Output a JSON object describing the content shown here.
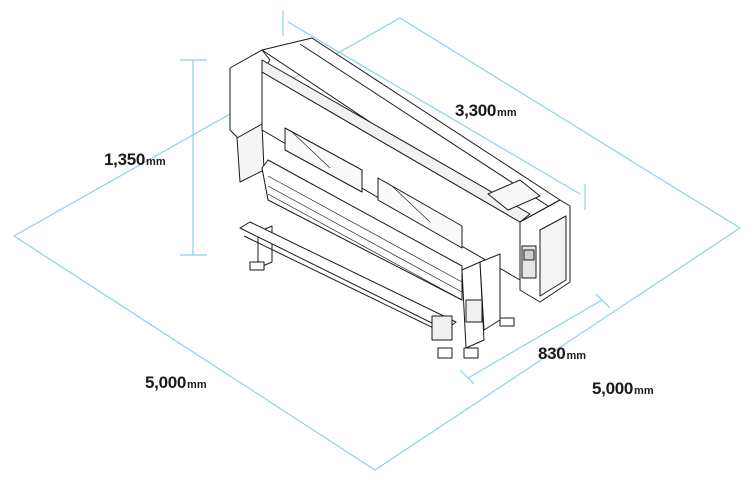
{
  "diagram": {
    "colors": {
      "dimension_line": "#8fd0e8",
      "drawing_line": "#1a1a1a",
      "background": "#ffffff"
    },
    "dimensions": {
      "height": {
        "value": "1,350",
        "unit": "mm"
      },
      "length": {
        "value": "3,300",
        "unit": "mm"
      },
      "depth": {
        "value": "830",
        "unit": "mm"
      },
      "area_left": {
        "value": "5,000",
        "unit": "mm"
      },
      "area_right": {
        "value": "5,000",
        "unit": "mm"
      }
    }
  }
}
